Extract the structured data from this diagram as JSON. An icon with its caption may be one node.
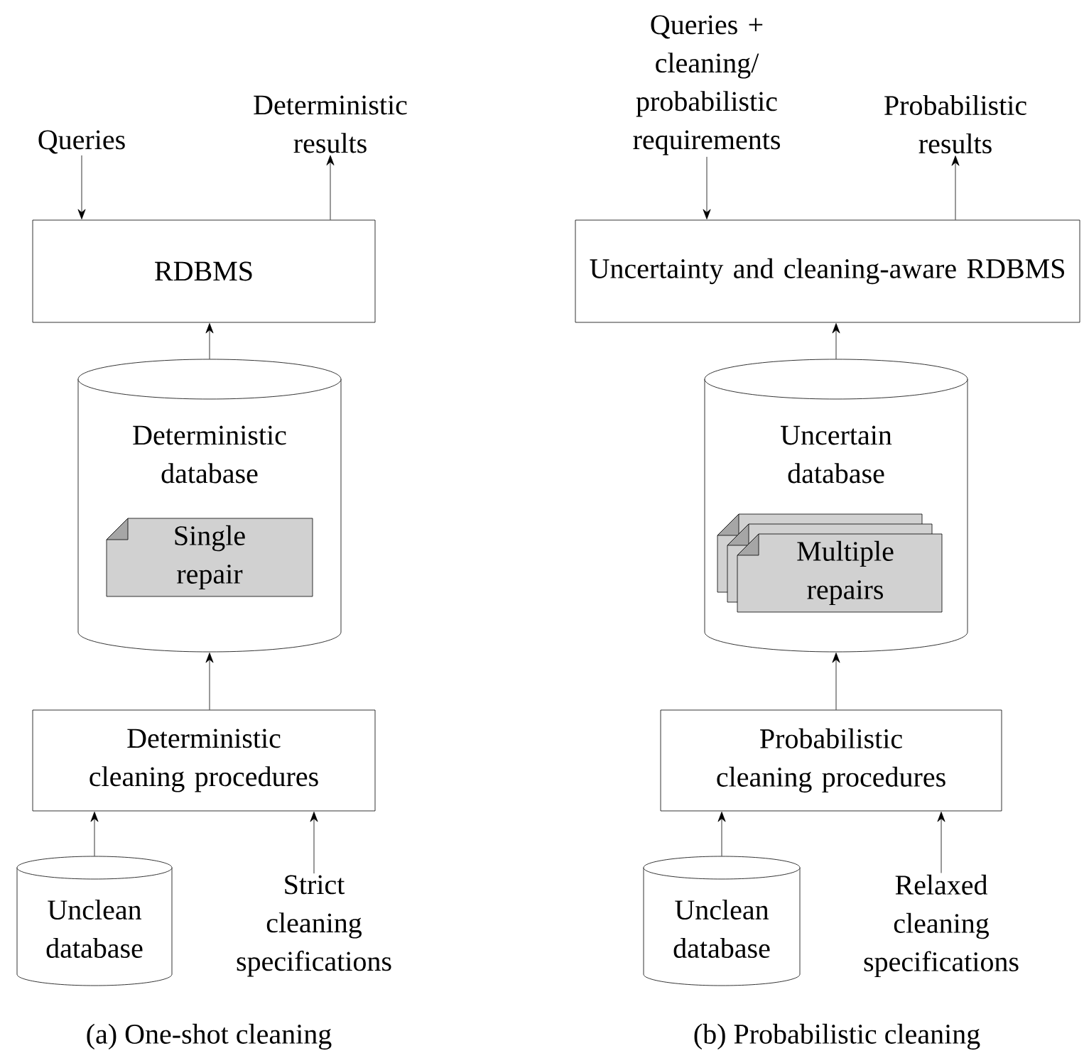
{
  "diagram": {
    "nodes": [
      {
        "text": [
          "Queries"
        ]
      },
      {
        "text": [
          "Deterministic results"
        ]
      },
      {
        "text": [
          "RDBMS"
        ]
      },
      {
        "text": [
          "Deterministic database"
        ]
      },
      {
        "text": [
          "Single repair"
        ],
        "in": 3
      },
      {
        "text": [
          "Deterministic cleaning procedures"
        ]
      },
      {
        "text": [
          "Unclean database"
        ]
      },
      {
        "text": [
          "Strict cleaning specifications"
        ]
      },
      {
        "text": [
          "Queries + cleaning/ probabilistic requirements"
        ]
      },
      {
        "text": [
          "Probabilistic results"
        ]
      },
      {
        "text": [
          "Uncertainty and cleaning-aware RDBMS"
        ]
      },
      {
        "text": [
          "Uncertain database"
        ]
      },
      {
        "text": [
          "Multiple repairs"
        ],
        "in": 11
      },
      {
        "text": [
          "Probabilistic cleaning procedures"
        ]
      },
      {
        "text": [
          "Unclean database"
        ]
      },
      {
        "text": [
          "Relaxed cleaning specifications"
        ]
      }
    ],
    "edges": [
      {
        "from": 0,
        "to": 2,
        "arrow": "to"
      },
      {
        "from": 2,
        "to": 1,
        "arrow": "to"
      },
      {
        "from": 3,
        "to": 2,
        "arrow": "to"
      },
      {
        "from": 5,
        "to": 3,
        "arrow": "to"
      },
      {
        "from": 6,
        "to": 5,
        "arrow": "to"
      },
      {
        "from": 7,
        "to": 5,
        "arrow": "to"
      },
      {
        "from": 8,
        "to": 10,
        "arrow": "to"
      },
      {
        "from": 10,
        "to": 9,
        "arrow": "to"
      },
      {
        "from": 11,
        "to": 10,
        "arrow": "to"
      },
      {
        "from": 13,
        "to": 11,
        "arrow": "to"
      },
      {
        "from": 14,
        "to": 13,
        "arrow": "to"
      },
      {
        "from": 15,
        "to": 13,
        "arrow": "to"
      }
    ],
    "labels": [
      "(a) One-shot cleaning",
      "(b) Probabilistic cleaning"
    ]
  }
}
